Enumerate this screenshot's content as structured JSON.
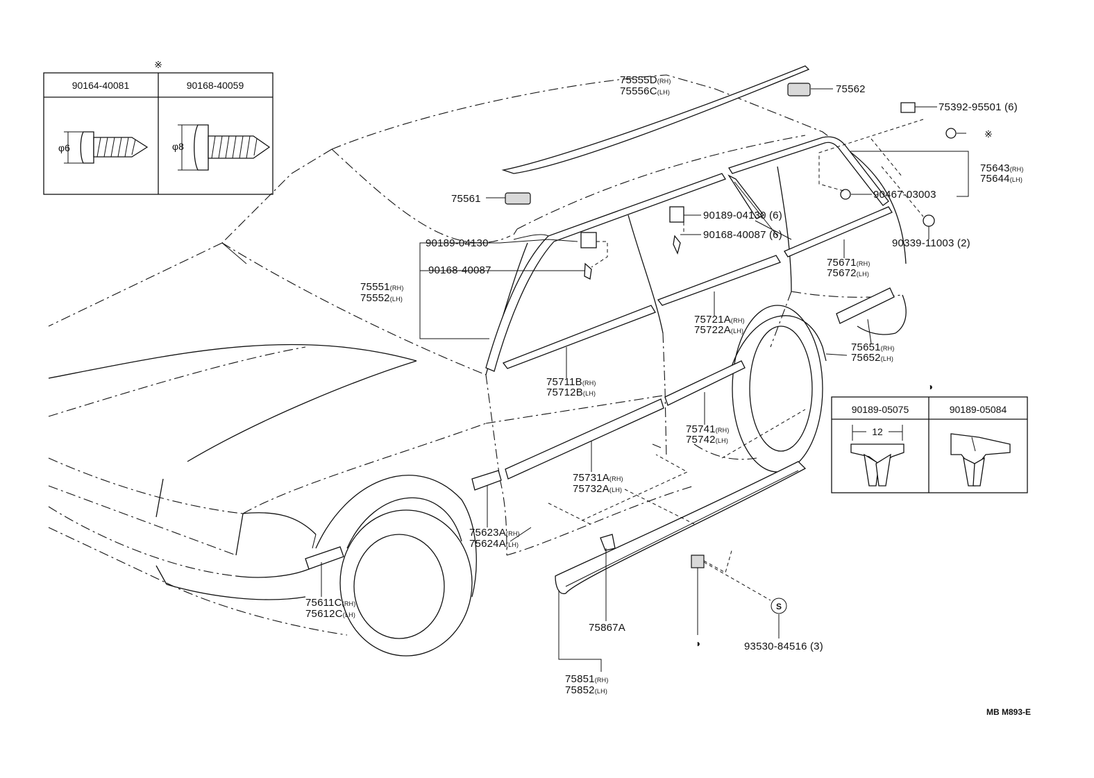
{
  "diagram_code": "MB M893-E",
  "symbols": {
    "reference_mark": "※",
    "half_circle_mark": "◑",
    "s_mark": "S"
  },
  "inset_screws": {
    "columns": [
      {
        "part_no": "90164-40081",
        "dimension": "φ6"
      },
      {
        "part_no": "90168-40059",
        "dimension": "φ8"
      }
    ]
  },
  "inset_clips": {
    "columns": [
      {
        "part_no": "90189-05075",
        "dimension": "12"
      },
      {
        "part_no": "90189-05084"
      }
    ]
  },
  "labels": {
    "p75555D": {
      "no": "75555D",
      "sfx": "(RH)"
    },
    "p75556C": {
      "no": "75556C",
      "sfx": "(LH)"
    },
    "p75562": {
      "no": "75562"
    },
    "p75392": {
      "no": "75392-95501 (6)"
    },
    "p75643": {
      "no": "75643",
      "sfx": "(RH)"
    },
    "p75644": {
      "no": "75644",
      "sfx": "(LH)"
    },
    "p90467": {
      "no": "90467-03003"
    },
    "p90339": {
      "no": "90339-11003 (2)"
    },
    "p75561": {
      "no": "75561"
    },
    "p90189a": {
      "no": "90189-04130 (6)"
    },
    "p90168a": {
      "no": "90168-40087 (6)"
    },
    "p90189b": {
      "no": "90189-04130"
    },
    "p90168b": {
      "no": "90168-40087"
    },
    "p75551": {
      "no": "75551",
      "sfx": "(RH)"
    },
    "p75552": {
      "no": "75552",
      "sfx": "(LH)"
    },
    "p75671": {
      "no": "75671",
      "sfx": "(RH)"
    },
    "p75672": {
      "no": "75672",
      "sfx": "(LH)"
    },
    "p75721A": {
      "no": "75721A",
      "sfx": "(RH)"
    },
    "p75722A": {
      "no": "75722A",
      "sfx": "(LH)"
    },
    "p75651": {
      "no": "75651",
      "sfx": "(RH)"
    },
    "p75652": {
      "no": "75652",
      "sfx": "(LH)"
    },
    "p75711B": {
      "no": "75711B",
      "sfx": "(RH)"
    },
    "p75712B": {
      "no": "75712B",
      "sfx": "(LH)"
    },
    "p75741": {
      "no": "75741",
      "sfx": "(RH)"
    },
    "p75742": {
      "no": "75742",
      "sfx": "(LH)"
    },
    "p75731A": {
      "no": "75731A",
      "sfx": "(RH)"
    },
    "p75732A": {
      "no": "75732A",
      "sfx": "(LH)"
    },
    "p75623A": {
      "no": "75623A",
      "sfx": "(RH)"
    },
    "p75624A": {
      "no": "75624A",
      "sfx": "(LH)"
    },
    "p75611C": {
      "no": "75611C",
      "sfx": "(RH)"
    },
    "p75612C": {
      "no": "75612C",
      "sfx": "(LH)"
    },
    "p75867A": {
      "no": "75867A"
    },
    "p75851": {
      "no": "75851",
      "sfx": "(RH)"
    },
    "p75852": {
      "no": "75852",
      "sfx": "(LH)"
    },
    "p93530": {
      "no": "93530-84516 (3)"
    }
  }
}
